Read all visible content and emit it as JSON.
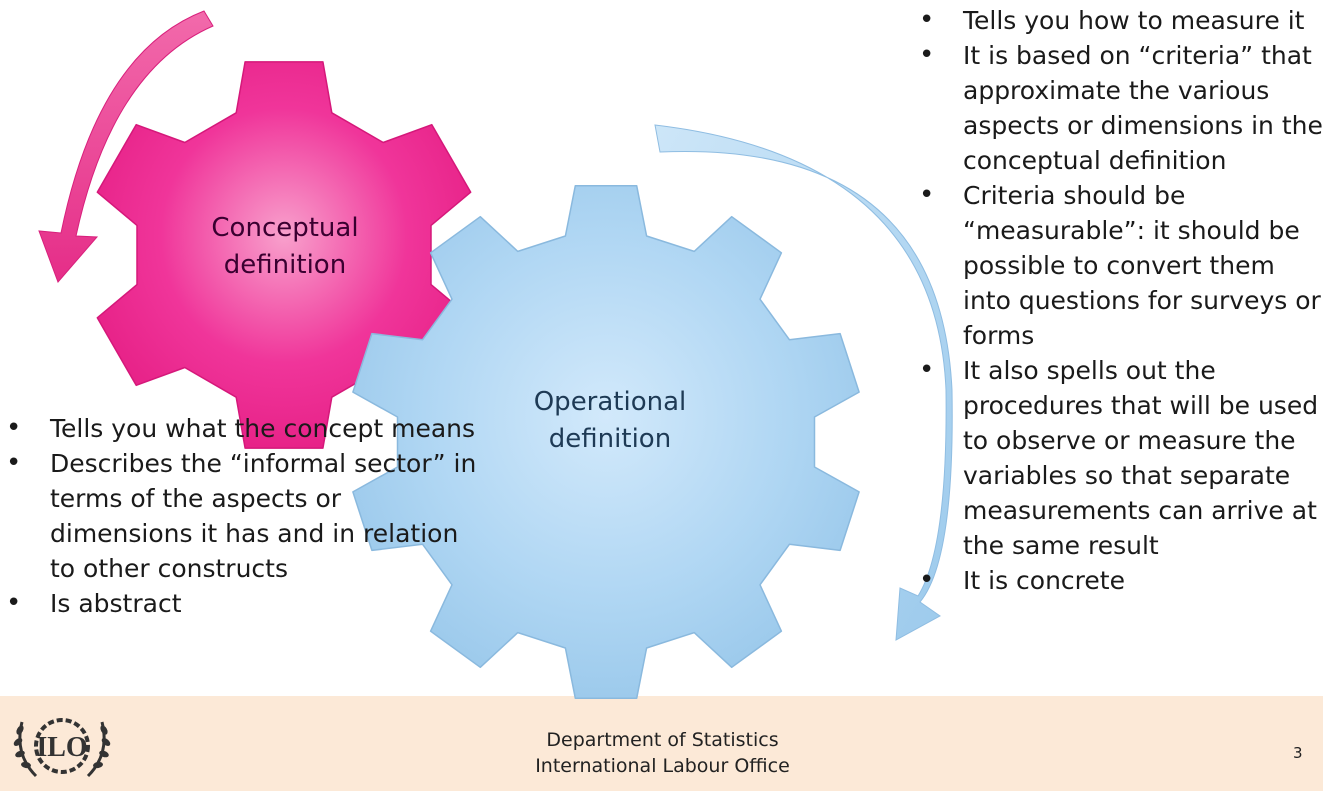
{
  "gears": {
    "conceptual": {
      "label_line1": "Conceptual",
      "label_line2": "definition",
      "color": "#f0308f"
    },
    "operational": {
      "label_line1": "Operational",
      "label_line2": "definition",
      "color": "#a9d3f0"
    }
  },
  "arrows": {
    "left_arrow_color": "#ee3f93",
    "right_arrow_color": "#a9d3f0"
  },
  "conceptual_bullets": [
    "Tells you what the concept means",
    "Describes the “informal sector” in terms of the aspects or dimensions it has and in relation to other constructs",
    "Is abstract"
  ],
  "operational_bullets": [
    "Tells you how to measure it",
    "It is based on “criteria” that approximate the various aspects or dimensions in the conceptual definition",
    "Criteria should be “measurable”: it should be possible to convert them into questions for surveys or forms",
    "It also spells out the procedures that will be used to observe or measure the variables so that separate measurements can arrive at the same result",
    "It is concrete"
  ],
  "footer": {
    "line1": "Department of Statistics",
    "line2": "International Labour Office",
    "page_number": "3",
    "logo_text": "ILO",
    "background": "#fce9d7"
  }
}
